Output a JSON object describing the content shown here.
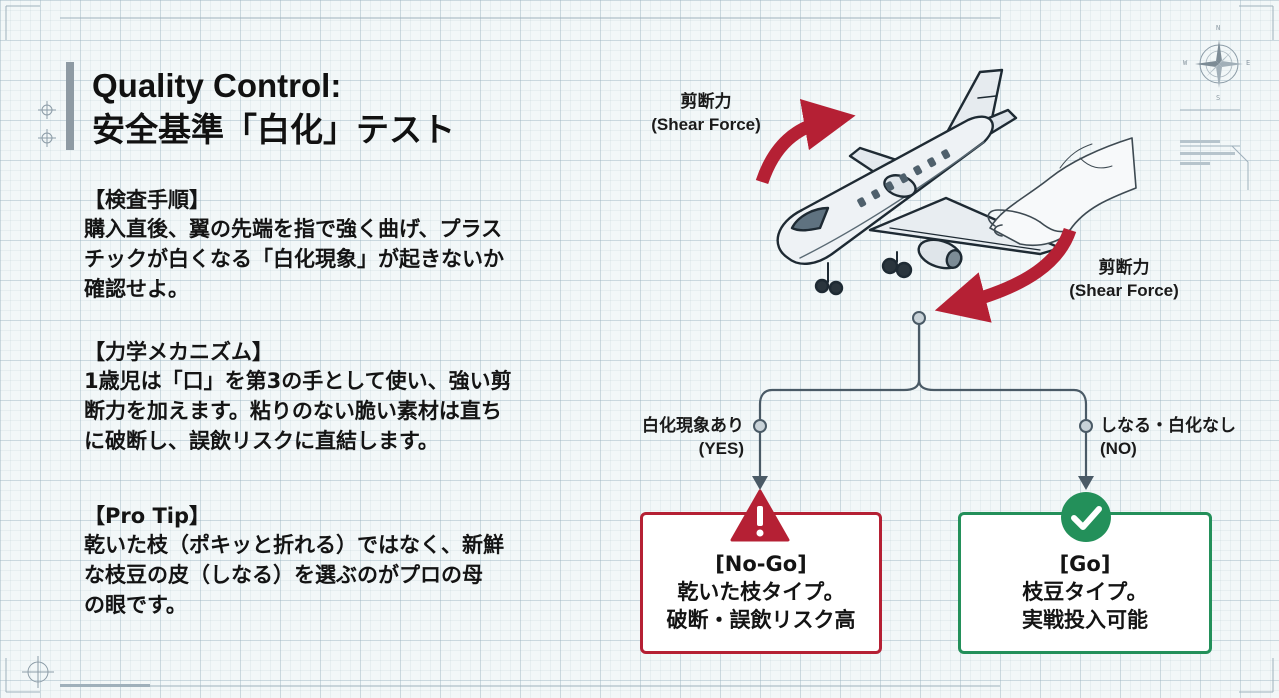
{
  "title": {
    "line1": "Quality Control:",
    "line2": "安全基準「白化」テスト"
  },
  "sections": [
    {
      "heading": "【検査手順】",
      "lines": [
        "購入直後、翼の先端を指で強く曲げ、プラス",
        "チックが白くなる「白化現象」が起きないか",
        "確認せよ。"
      ]
    },
    {
      "heading": "【力学メカニズム】",
      "lines": [
        "1歳児は「口」を第3の手として使い、強い剪",
        "断力を加えます。粘りのない脆い素材は直ち",
        "に破断し、誤飲リスクに直結します。"
      ]
    },
    {
      "heading": "【Pro Tip】",
      "lines": [
        "乾いた枝（ポキッと折れる）ではなく、新鮮",
        "な枝豆の皮（しなる）を選ぶのがプロの母",
        "の眼です。"
      ]
    }
  ],
  "diagram": {
    "shear_top": {
      "jp": "剪断力",
      "en": "(Shear Force)"
    },
    "shear_bottom": {
      "jp": "剪断力",
      "en": "(Shear Force)"
    },
    "branch_yes": {
      "line1": "白化現象あり",
      "line2": "(YES)"
    },
    "branch_no": {
      "line1": "しなる・白化なし",
      "line2": "(NO)"
    },
    "nogo": {
      "tag": "[No-Go]",
      "line1": "乾いた枝タイプ。",
      "line2": "破断・誤飲リスク高"
    },
    "go": {
      "tag": "[Go]",
      "line1": "枝豆タイプ。",
      "line2": "実戦投入可能"
    }
  },
  "compass": {
    "n": "N",
    "s": "S",
    "e": "E",
    "w": "W"
  },
  "colors": {
    "red": "#b52034",
    "green": "#23905a",
    "line": "#4a5a66",
    "grid": "#9fb4c0"
  }
}
